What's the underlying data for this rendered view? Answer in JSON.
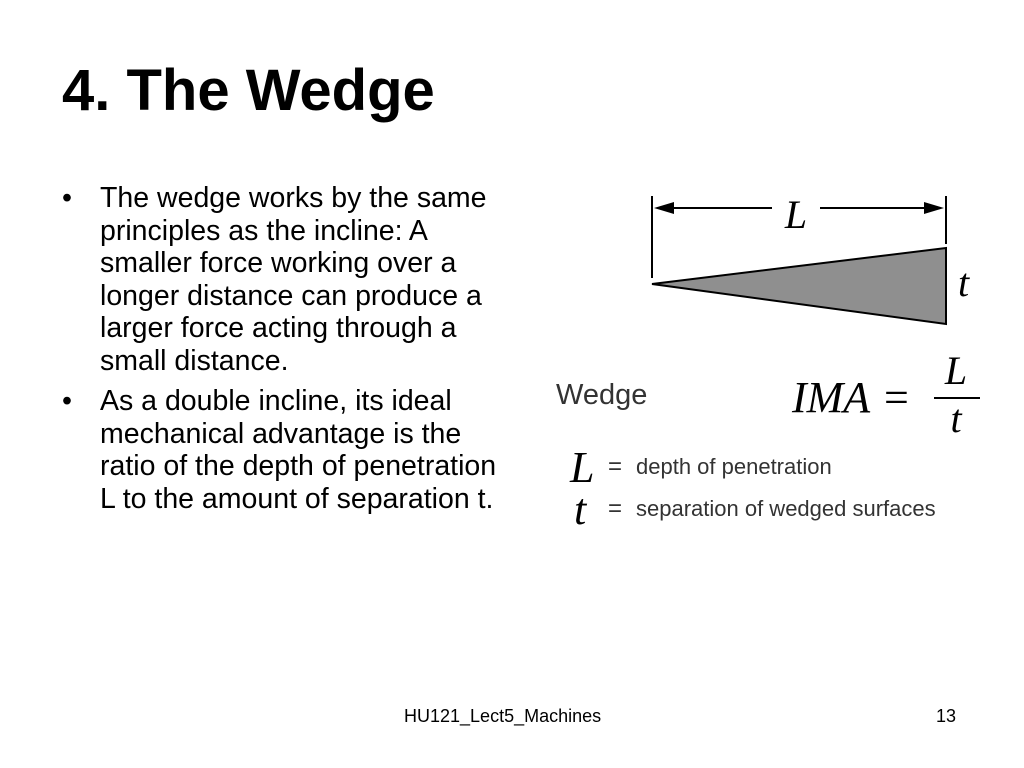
{
  "slide": {
    "title": "4.  The Wedge",
    "bullets": [
      "The wedge works by the same principles as the incline:  A smaller force working over a longer distance can produce a larger force acting through a small distance.",
      "As a double incline, its ideal mechanical advantage is the ratio of the depth of penetration L to the amount of separation t."
    ]
  },
  "figure": {
    "length_label": "L",
    "thickness_label": "t",
    "machine_label": "Wedge",
    "formula_lhs": "IMA",
    "formula_eq": "=",
    "formula_num": "L",
    "formula_den": "t",
    "legend": [
      {
        "symbol": "L",
        "eq": "=",
        "text": "depth of penetration"
      },
      {
        "symbol": "t",
        "eq": "=",
        "text": "separation of wedged surfaces"
      }
    ],
    "colors": {
      "wedge_fill": "#8f8f8f",
      "stroke": "#000000",
      "label_gray": "#333333"
    }
  },
  "footer": {
    "title": "HU121_Lect5_Machines",
    "page": "13"
  }
}
